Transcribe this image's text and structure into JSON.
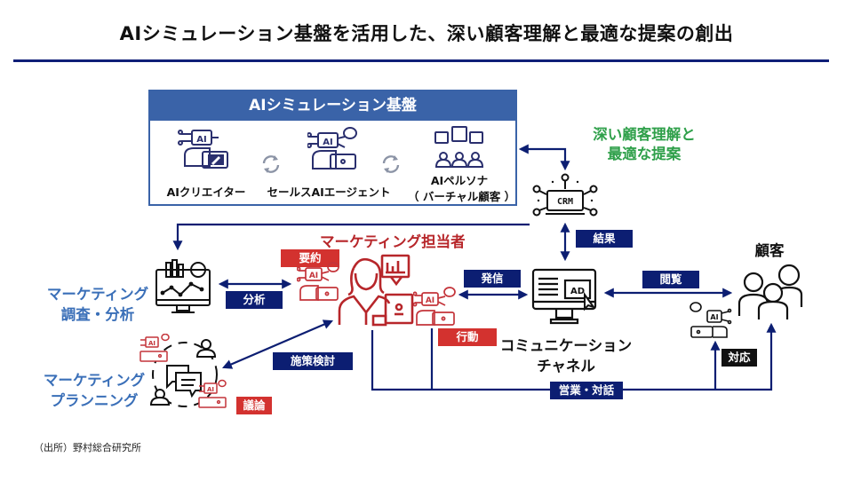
{
  "title": "AIシミュレーション基盤を活用した、深い顧客理解と最適な提案の創出",
  "platform": {
    "header": "AIシミュレーション基盤",
    "components": [
      {
        "label": "AIクリエイター"
      },
      {
        "label": "セールスAIエージェント"
      },
      {
        "label": "AIペルソナ",
        "sublabel": "（ バーチャル顧客 ）"
      }
    ]
  },
  "insight": {
    "line1": "深い顧客理解と",
    "line2": "最適な提案"
  },
  "crm": {
    "icon_text": "CRM"
  },
  "marketer": {
    "label": "マーケティング担当者"
  },
  "research": {
    "line1": "マーケティング",
    "line2": "調査・分析"
  },
  "planning": {
    "line1": "マーケティング",
    "line2": "プランニング"
  },
  "channel": {
    "line1": "コミュニケーション",
    "line2": "チャネル",
    "icon_text": "AD"
  },
  "customer": {
    "label": "顧客"
  },
  "tags": {
    "result": "結果",
    "summary": "要約",
    "analysis": "分析",
    "send": "発信",
    "action": "行動",
    "browse": "閲覧",
    "policy": "施策検討",
    "discussion": "議論",
    "respond": "対応",
    "sales": "営業・対話"
  },
  "ai_badge": "AI",
  "source": "（出所）野村総合研究所",
  "colors": {
    "navy": "#0c1e72",
    "platform_blue": "#3a63a8",
    "red": "#d3322f",
    "dark_red": "#b7262a",
    "green": "#2fa04a",
    "light_blue": "#3a6fb8"
  }
}
